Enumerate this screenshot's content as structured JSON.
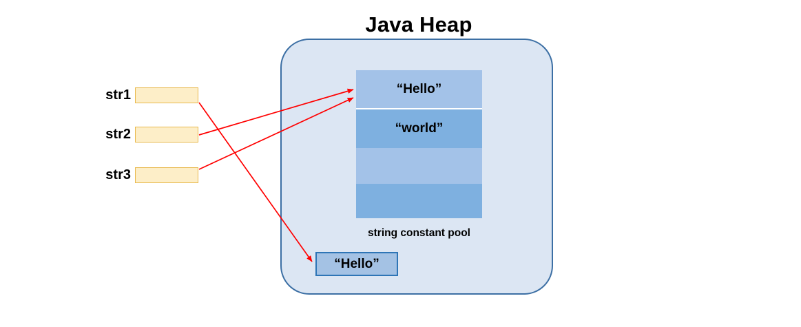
{
  "diagram": {
    "title": "Java Heap",
    "pool_label": "string constant pool",
    "variables": [
      {
        "name": "str1",
        "value": ""
      },
      {
        "name": "str2",
        "value": ""
      },
      {
        "name": "str3",
        "value": ""
      }
    ],
    "pool_entries": [
      {
        "text": "“Hello”",
        "shade": "light"
      },
      {
        "text": "“world”",
        "shade": "dark"
      },
      {
        "text": "",
        "shade": "light"
      },
      {
        "text": "",
        "shade": "dark"
      }
    ],
    "heap_object": {
      "text": "“Hello”"
    },
    "arrows": [
      {
        "from": "str1",
        "to": "heap-object"
      },
      {
        "from": "str2",
        "to": "pool-hello"
      },
      {
        "from": "str3",
        "to": "pool-hello"
      }
    ],
    "colors": {
      "arrow": "#FF0000",
      "heap_border": "#3C6FA4",
      "heap_fill": "#DCE6F3",
      "pool_light": "#A3C2E8",
      "pool_dark": "#7EB0E0",
      "var_fill": "#FDEEC8",
      "var_border": "#E8B84B",
      "object_fill": "#A4C2E4",
      "object_border": "#2E75B6",
      "text": "#000000"
    }
  }
}
